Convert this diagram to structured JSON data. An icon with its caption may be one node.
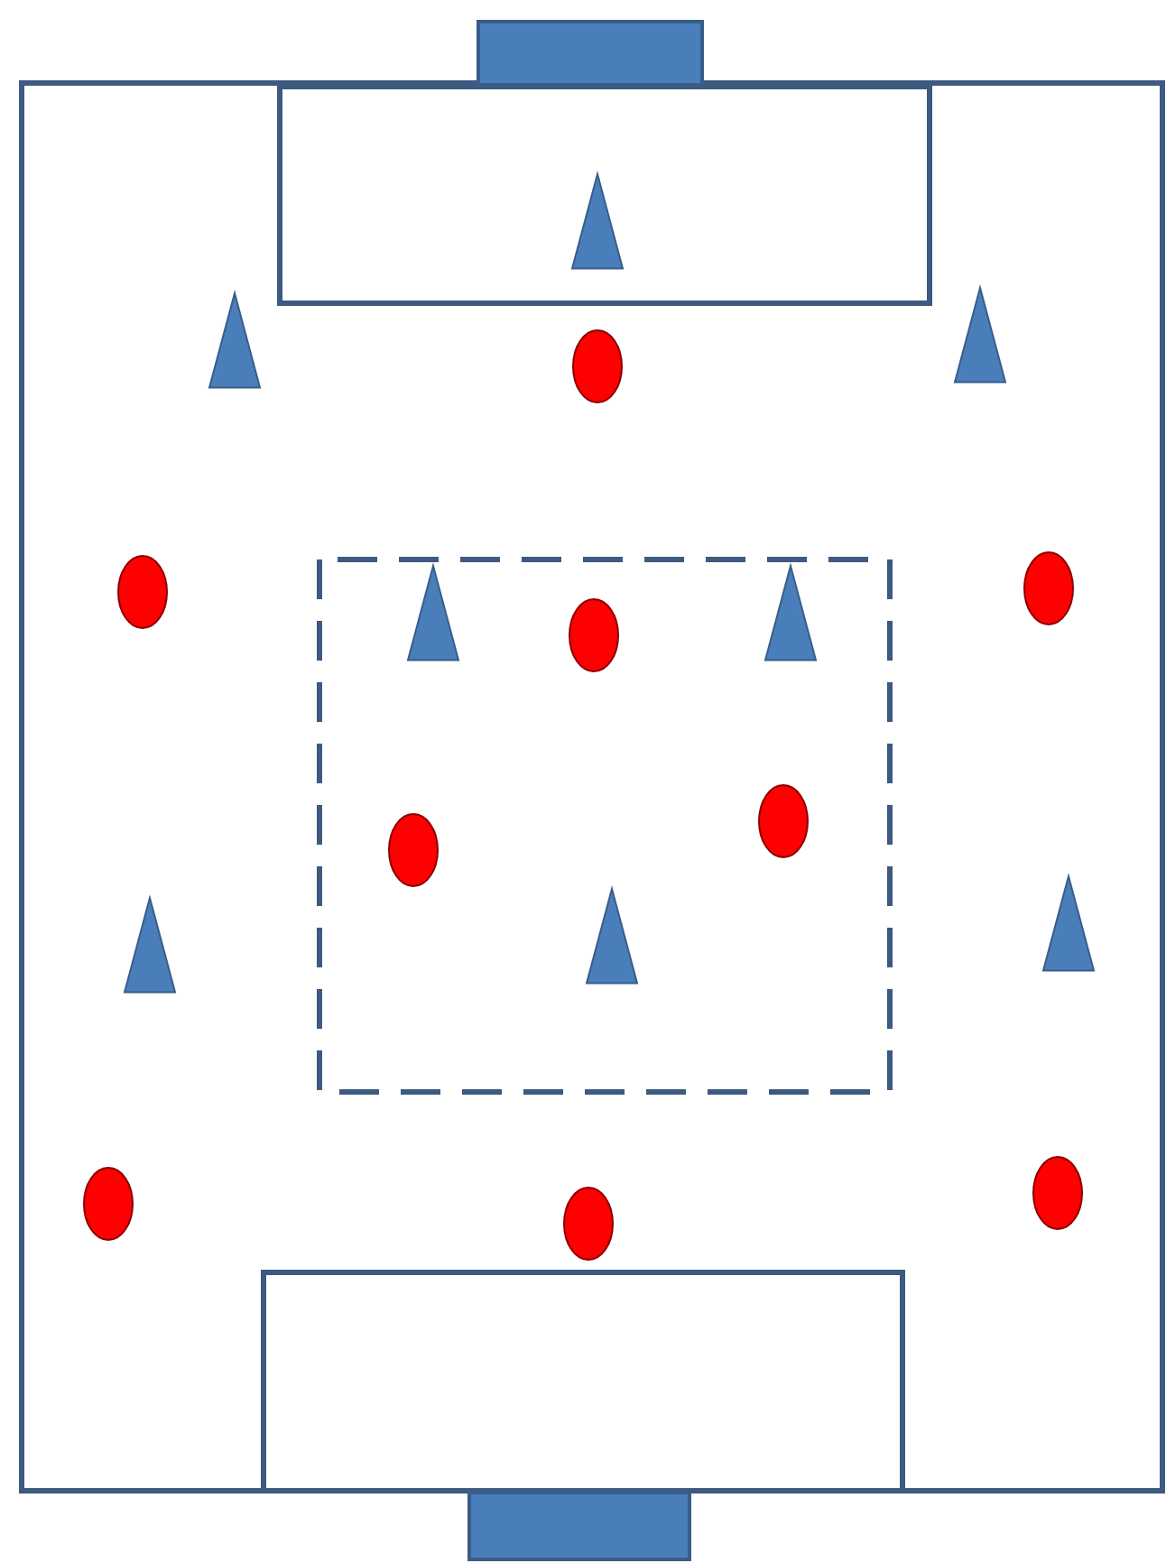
{
  "diagram": {
    "nodes": [
      {
        "text": [],
        "shape": "triangle"
      },
      {
        "text": [],
        "shape": "triangle"
      },
      {
        "text": [],
        "shape": "triangle"
      },
      {
        "text": [],
        "shape": "circle"
      },
      {
        "text": [],
        "shape": "circle"
      },
      {
        "text": [],
        "shape": "circle"
      },
      {
        "text": [],
        "shape": "triangle"
      },
      {
        "text": [],
        "shape": "triangle"
      },
      {
        "text": [],
        "shape": "circle"
      },
      {
        "text": [],
        "shape": "circle"
      },
      {
        "text": [],
        "shape": "circle"
      },
      {
        "text": [],
        "shape": "triangle"
      },
      {
        "text": [],
        "shape": "triangle"
      },
      {
        "text": [],
        "shape": "triangle"
      },
      {
        "text": [],
        "shape": "circle"
      },
      {
        "text": [],
        "shape": "circle"
      },
      {
        "text": [],
        "shape": "circle"
      }
    ]
  }
}
